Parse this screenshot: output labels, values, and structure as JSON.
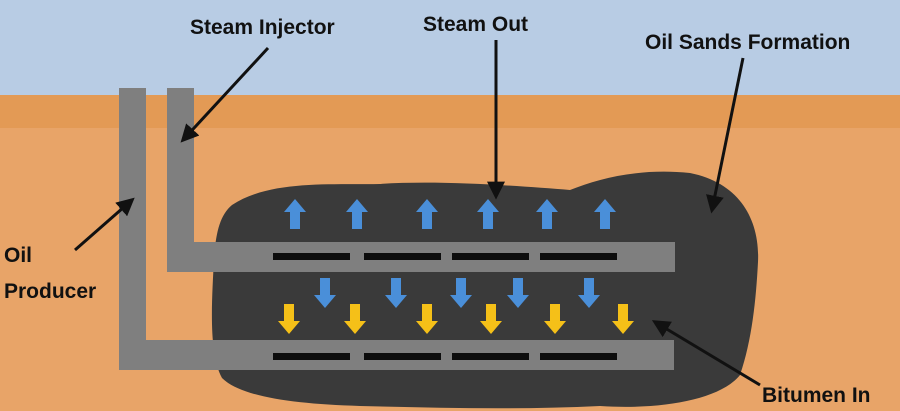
{
  "labels": {
    "steam_injector": "Steam Injector",
    "steam_out": "Steam Out",
    "oil_sands_formation": "Oil Sands Formation",
    "oil_producer_line1": "Oil",
    "oil_producer_line2": "Producer",
    "bitumen_in": "Bitumen In"
  },
  "colors": {
    "sky": "#b8cce4",
    "ground_band": "#e39a55",
    "ground": "#e8a468",
    "formation": "#3a3a3a",
    "pipe": "#7f7f7f",
    "slot": "#0d0d0d",
    "steam_arrow": "#4a8fd9",
    "bitumen_arrow": "#f5c018",
    "label_arrow": "#111111"
  },
  "arrows": {
    "steam_up_count": 6,
    "steam_down_count": 5,
    "bitumen_down_count": 6
  }
}
